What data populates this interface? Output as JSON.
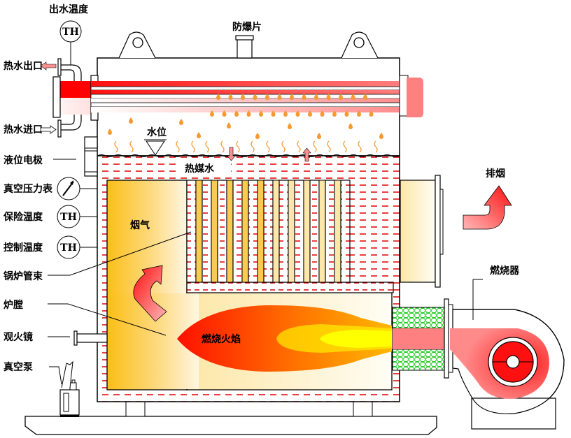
{
  "diagram": {
    "title": "Vacuum hot water boiler structure",
    "colors": {
      "flue_gas_start": "#FBBF18",
      "flue_gas_end": "#FFF8E6",
      "water_dash": "#E00000",
      "flame_outer": "#FF1A00",
      "flame_mid": "#FF8C00",
      "flame_core": "#FFFF00",
      "hot_tube": "#FF2020",
      "burner_pink": "#FF8080",
      "burner_mesh": "#22DD22",
      "droplet": "#F59A30",
      "arrow_red": "#FF2020",
      "arrow_pink": "#FFB0B0"
    },
    "labels": {
      "outlet_temp": "出水温度",
      "th": "TH",
      "explosion_disc": "防爆片",
      "hot_water_outlet": "热水出口",
      "hot_water_inlet": "热水进口",
      "level_electrode": "液位电极",
      "vacuum_gauge": "真空压力表",
      "protection_temp": "保险温度",
      "control_temp": "控制温度",
      "tube_bundle": "锅炉管束",
      "furnace": "炉膛",
      "sight_glass": "观火镜",
      "vacuum_pump": "真空泵",
      "water_level": "水位",
      "heat_medium_water": "热媒水",
      "flue_gas": "烟气",
      "flame": "燃烧火焰",
      "exhaust": "排烟",
      "burner": "燃烧器"
    }
  }
}
